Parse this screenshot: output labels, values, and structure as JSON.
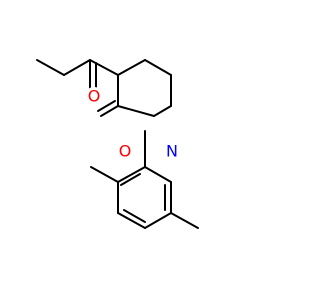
{
  "atoms": {
    "oxygen_ketone": {
      "symbol": "O",
      "color": "#ff0000"
    },
    "oxygen_lactam": {
      "symbol": "O",
      "color": "#ff0000"
    },
    "nitrogen": {
      "symbol": "N",
      "color": "#0000ff"
    }
  },
  "colors": {
    "bond": "#000000",
    "background": "#ffffff"
  }
}
